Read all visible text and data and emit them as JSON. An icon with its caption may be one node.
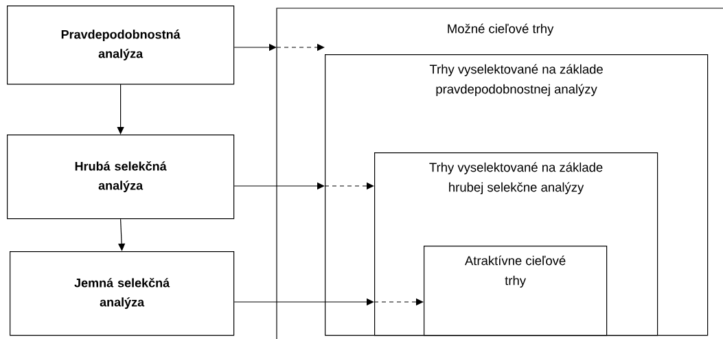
{
  "diagram": {
    "nodes": [
      {
        "text": [
          "Pravdepodobnostná analýza"
        ]
      },
      {
        "text": [
          "Hrubá selekčná analýza"
        ]
      },
      {
        "text": [
          "Jemná selekčná analýza"
        ]
      },
      {
        "text": [
          "Možné cieľové trhy"
        ]
      },
      {
        "text": [
          "Trhy vyselektované na základe pravdepodobnostnej analýzy"
        ],
        "in": 3
      },
      {
        "text": [
          "Trhy vyselektované na základe hrubej selekčne analýzy"
        ],
        "in": 4
      },
      {
        "text": [
          "Atraktívne cieľové trhy"
        ],
        "in": 5
      }
    ],
    "edges": [
      {
        "from": 0,
        "to": 1,
        "arrow": "to"
      },
      {
        "from": 1,
        "to": 2,
        "arrow": "to"
      },
      {
        "from": 0,
        "to": 3,
        "arrow": "to"
      },
      {
        "from": 3,
        "to": 4,
        "arrow": "to",
        "style": "dashed"
      },
      {
        "from": 1,
        "to": 4,
        "arrow": "to"
      },
      {
        "from": 4,
        "to": 5,
        "arrow": "to",
        "style": "dashed"
      },
      {
        "from": 2,
        "to": 5,
        "arrow": "to"
      },
      {
        "from": 5,
        "to": 6,
        "arrow": "to",
        "style": "dashed"
      }
    ]
  }
}
